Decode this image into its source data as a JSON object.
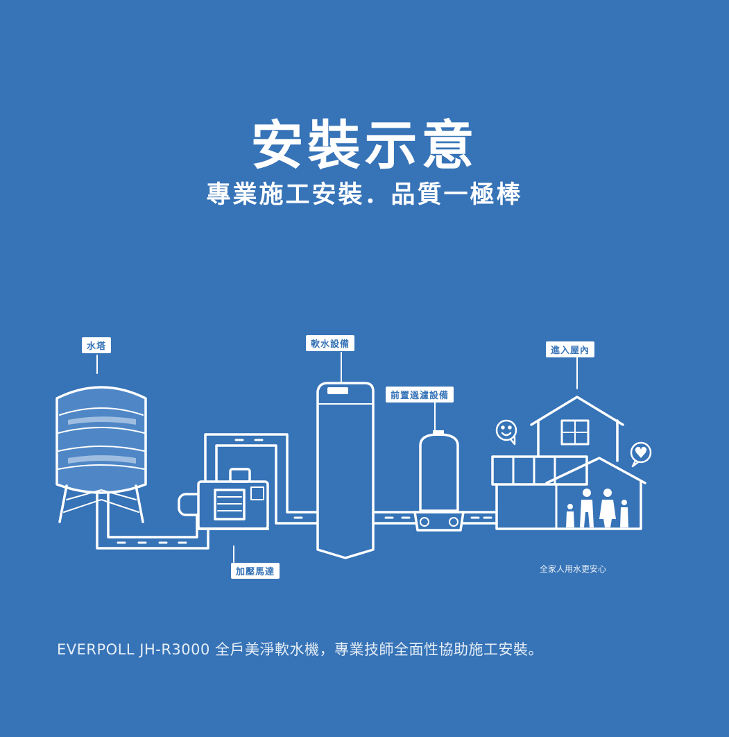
{
  "title": "安裝示意",
  "subtitle": "專業施工安裝．品質一極棒",
  "labels": {
    "water_tower": "水塔",
    "softener": "軟水設備",
    "filter": "前置過濾設備",
    "pump": "加壓馬達",
    "indoor": "進入屋內"
  },
  "caption": "全家人用水更安心",
  "footer": "EVERPOLL JH-R3000 全戶美淨軟水機，專業技師全面性協助施工安裝。",
  "colors": {
    "background": "#3673b7",
    "line": "#ffffff"
  },
  "icons": [
    "smile-icon",
    "heart-icon",
    "family-icon"
  ]
}
